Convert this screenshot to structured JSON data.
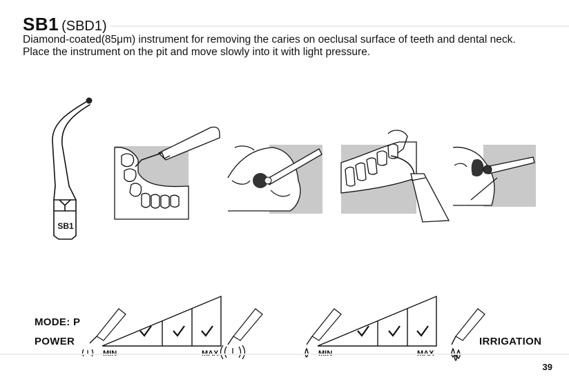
{
  "header": {
    "code": "SB1",
    "alt_code": "(SBD1)"
  },
  "description": {
    "line1": "Diamond-coated(85μm) instrument for removing the caries on oeclusal surface of teeth and dental neck.",
    "line2": "Place the instrument on the pit and move slowly into it with light pressure."
  },
  "tip_illustration": {
    "label": "SB1"
  },
  "illustrations": [
    {
      "icon": "handpiece-lower-teeth-illustration"
    },
    {
      "icon": "tip-on-tooth-closeup-illustration"
    },
    {
      "icon": "handpiece-upper-teeth-illustration"
    },
    {
      "icon": "tip-on-tooth-neck-illustration"
    }
  ],
  "settings": {
    "mode_label": "MODE: P",
    "power": {
      "label": "POWER",
      "min_label": "MIN",
      "max_label": "MAX",
      "levels": 3,
      "checked": [
        true,
        true,
        true
      ]
    },
    "irrigation": {
      "label": "IRRIGATION",
      "min_label": "MIN",
      "max_label": "MAX",
      "levels": 3,
      "checked": [
        true,
        true,
        true
      ]
    }
  },
  "page_number": "39",
  "colors": {
    "ink": "#111111",
    "gray_fill": "#c9c9c9",
    "rule": "#e9e9e9"
  }
}
